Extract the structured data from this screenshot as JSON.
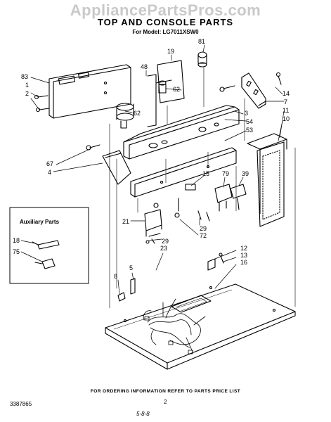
{
  "header": {
    "watermark": "AppliancePartsPros.com",
    "title": "TOP AND CONSOLE PARTS",
    "model": "For Model: LG7011XSW0"
  },
  "footer": {
    "ordering_note": "FOR ORDERING INFORMATION REFER TO PARTS PRICE LIST",
    "doc_number": "3387865",
    "page_number": "2",
    "signature": "5-8-8"
  },
  "auxiliary": {
    "title": "Auxiliary Parts"
  },
  "callouts": [
    "81",
    "19",
    "83",
    "48",
    "1",
    "2",
    "62",
    "62",
    "14",
    "3",
    "54",
    "53",
    "7",
    "11",
    "10",
    "67",
    "4",
    "15",
    "79",
    "39",
    "21",
    "29",
    "72",
    "29",
    "23",
    "8",
    "5",
    "12",
    "13",
    "16",
    "18",
    "75"
  ]
}
